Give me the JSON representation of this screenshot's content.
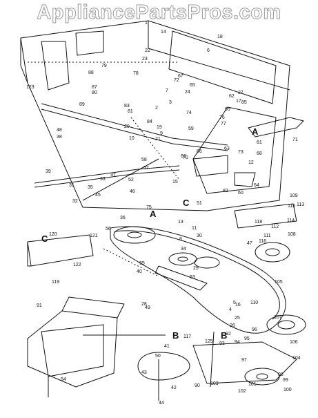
{
  "watermark": "AppliancePartsPros.com",
  "section_letters": [
    "A",
    "A",
    "B",
    "B",
    "C",
    "C"
  ],
  "labels": [
    "1",
    "2",
    "3",
    "4",
    "5",
    "6",
    "7",
    "8",
    "9",
    "10",
    "11",
    "12",
    "13",
    "14",
    "15",
    "16",
    "17",
    "18",
    "19",
    "20",
    "21",
    "22",
    "23",
    "24",
    "25",
    "26",
    "27",
    "28",
    "29",
    "30",
    "31",
    "32",
    "33",
    "34",
    "35",
    "36",
    "37",
    "38",
    "39",
    "40",
    "41",
    "42",
    "43",
    "44",
    "45",
    "46",
    "47",
    "48",
    "49",
    "50",
    "51",
    "52",
    "53",
    "54",
    "55",
    "56",
    "57",
    "58",
    "59",
    "60",
    "61",
    "62",
    "63",
    "64",
    "65",
    "66",
    "67",
    "68",
    "69",
    "70",
    "71",
    "72",
    "73",
    "74",
    "75",
    "76",
    "77",
    "78",
    "79",
    "80",
    "81",
    "82",
    "83",
    "84",
    "85",
    "86",
    "87",
    "88",
    "89",
    "90",
    "91",
    "92",
    "93",
    "94",
    "95",
    "96",
    "97",
    "98",
    "99",
    "100",
    "101",
    "102",
    "103",
    "104",
    "105",
    "106",
    "107",
    "108",
    "109",
    "110",
    "111",
    "112",
    "113",
    "114",
    "115",
    "116",
    "117",
    "118",
    "119",
    "120",
    "121",
    "122",
    "123",
    "125"
  ]
}
